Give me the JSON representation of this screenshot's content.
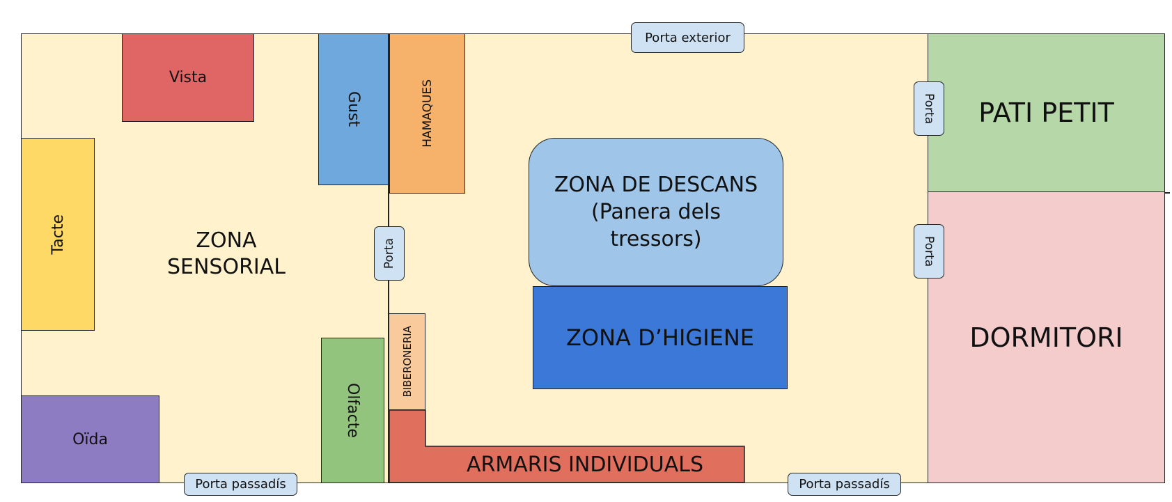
{
  "colors": {
    "floor": "#fff2cc",
    "vista": "#e06666",
    "tacte": "#ffd966",
    "oida": "#8e7cc3",
    "gust": "#6fa8dc",
    "hamaques": "#f6b26b",
    "olfacte": "#93c47d",
    "biberoneria": "#f9cb9c",
    "armaris": "#e06f5e",
    "descans": "#9fc5e8",
    "higiene": "#3c78d8",
    "pati": "#b6d7a8",
    "dormitori": "#f4cccc",
    "door": "#cfe2f3"
  },
  "zones": {
    "vista": "Vista",
    "tacte": "Tacte",
    "oida": "Oïda",
    "gust": "Gust",
    "hamaques": "HAMAQUES",
    "olfacte": "Olfacte",
    "biberoneria": "BIBERONERIA",
    "armaris": "ARMARIS INDIVIDUALS",
    "sensorial_line1": "ZONA",
    "sensorial_line2": "SENSORIAL",
    "descans_line1": "ZONA DE DESCANS",
    "descans_line2": "(Panera dels",
    "descans_line3": "tressors)",
    "higiene": "ZONA D’HIGIENE",
    "pati": "PATI PETIT",
    "dormitori": "DORMITORI"
  },
  "doors": {
    "exterior": "Porta exterior",
    "passadis_left": "Porta passadís",
    "passadis_right": "Porta passadís",
    "internal": "Porta",
    "pati": "Porta",
    "dormitori": "Porta"
  }
}
